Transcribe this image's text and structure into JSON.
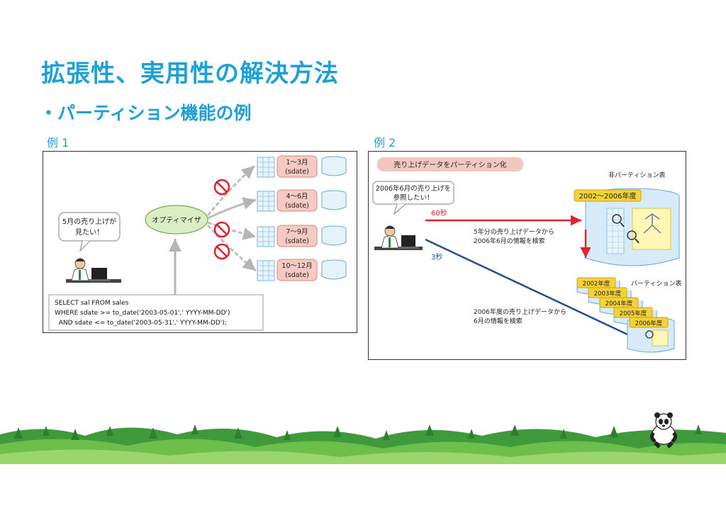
{
  "slide": {
    "title": "拡張性、実用性の解決方法",
    "bullet": "・パーティション機能の例"
  },
  "example1": {
    "label": "例 1",
    "speech": [
      "5月の売り上げが",
      "見たい！"
    ],
    "optimizer": "オプティマイザ",
    "partitions": [
      {
        "range": "1〜3月",
        "sub": "(sdate)",
        "blocked": false
      },
      {
        "range": "4〜6月",
        "sub": "(sdate)",
        "blocked": true
      },
      {
        "range": "7〜9月",
        "sub": "(sdate)",
        "blocked": true
      },
      {
        "range": "10〜12月",
        "sub": "(sdate)",
        "blocked": true
      }
    ],
    "sql": [
      "SELECT sal FROM sales",
      "WHERE sdate >= to_date('2003-05-01',' YYYY-MM-DD')",
      "  AND sdate <= to_date('2003-05-31',' YYYY-MM-DD');"
    ]
  },
  "example2": {
    "label": "例 2",
    "banner": "売り上げデータをパーティション化",
    "speech": [
      "2006年6月の売り上げを",
      "参照したい！"
    ],
    "non_partition_label": "非パーティション表",
    "non_partition_range": "2002〜2006年度",
    "time_slow": "60秒",
    "slow_text": [
      "5年分の売り上げデータから",
      "2006年6月の情報を検索"
    ],
    "time_fast": "3秒",
    "fast_text": [
      "2006年度の売り上げデータから",
      "6月の情報を検索"
    ],
    "partition_label": "パーティション表",
    "years": [
      "2002年度",
      "2003年度",
      "2004年度",
      "2005年度",
      "2006年度"
    ]
  },
  "colors": {
    "accent": "#1e9fd6",
    "red": "#e0212e",
    "navy": "#1f4f8f",
    "yellow": "#f6d23a"
  }
}
